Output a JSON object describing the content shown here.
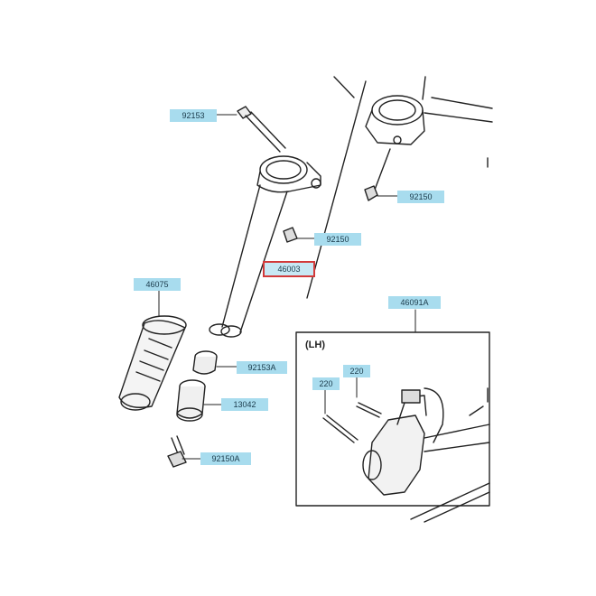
{
  "diagram": {
    "section_label": "(LH)",
    "parts": [
      {
        "id": "92153",
        "selected": false
      },
      {
        "id": "92150",
        "selected": false
      },
      {
        "id": "92150",
        "selected": false
      },
      {
        "id": "46003",
        "selected": true
      },
      {
        "id": "46075",
        "selected": false
      },
      {
        "id": "46091A",
        "selected": false
      },
      {
        "id": "92153A",
        "selected": false
      },
      {
        "id": "13042",
        "selected": false
      },
      {
        "id": "92150A",
        "selected": false
      },
      {
        "id": "220",
        "selected": false
      },
      {
        "id": "220",
        "selected": false
      }
    ],
    "colors": {
      "label_fill": "#a8dcee",
      "selected_outline": "#d23a3a",
      "line": "#222222"
    }
  }
}
